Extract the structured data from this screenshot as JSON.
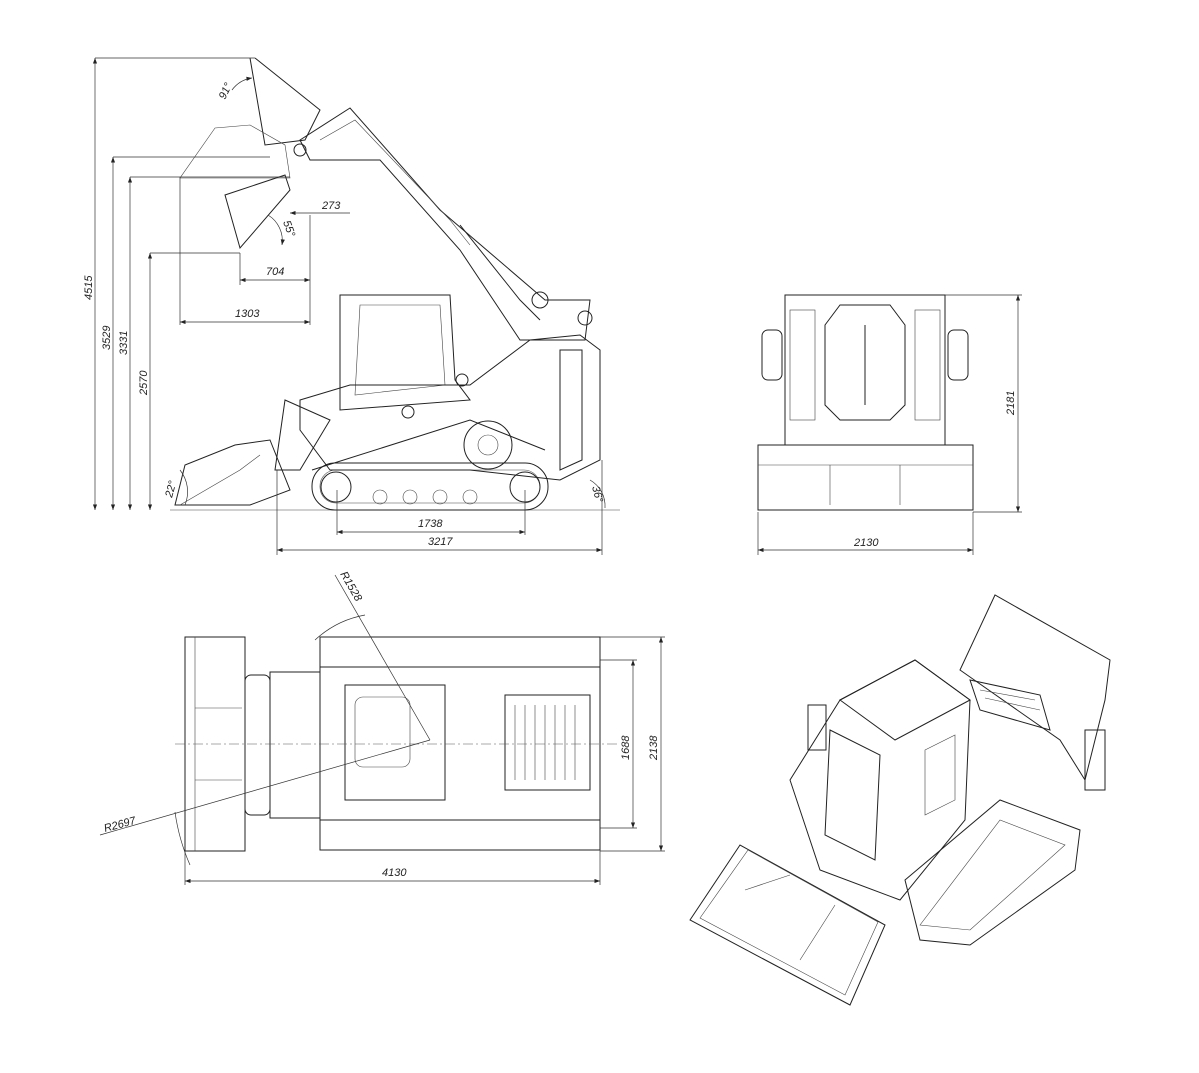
{
  "side_view": {
    "heights": {
      "h_total": "4515",
      "h_pin": "3529",
      "h_dump": "3331",
      "h_dump_min": "2570"
    },
    "angles": {
      "rollback_top": "91°",
      "dump": "55°",
      "rollback_ground": "22°",
      "departure": "36°"
    },
    "reaches": {
      "reach_top": "273",
      "reach_mid": "704",
      "reach_low": "1303"
    },
    "lengths": {
      "track": "1738",
      "overall": "3217"
    }
  },
  "front_view": {
    "height": "2181",
    "width": "2130"
  },
  "top_view": {
    "radius_rear": "R1528",
    "radius_front": "R2697",
    "track_width": "1688",
    "overall_width": "2138",
    "overall_length": "4130"
  }
}
